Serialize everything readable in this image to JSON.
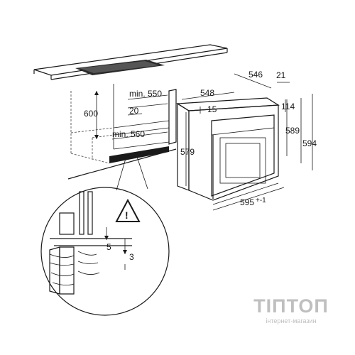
{
  "dimensions": {
    "cabinet_height": "600",
    "min_depth": "min. 550",
    "gap": "20",
    "min_width": "min. 560",
    "oven_depth_top": "546",
    "top_offset": "21",
    "oven_depth": "548",
    "panel_gap": "15",
    "control_height": "114",
    "body_height": "589",
    "total_height": "594",
    "front_height": "579",
    "width": "595",
    "width_tolerance": "+-1",
    "detail_gap_a": "5",
    "detail_gap_b": "3"
  },
  "warning_symbol": "!",
  "watermark": {
    "name": "TIПТОП",
    "tagline": "інтернет-магазин"
  }
}
